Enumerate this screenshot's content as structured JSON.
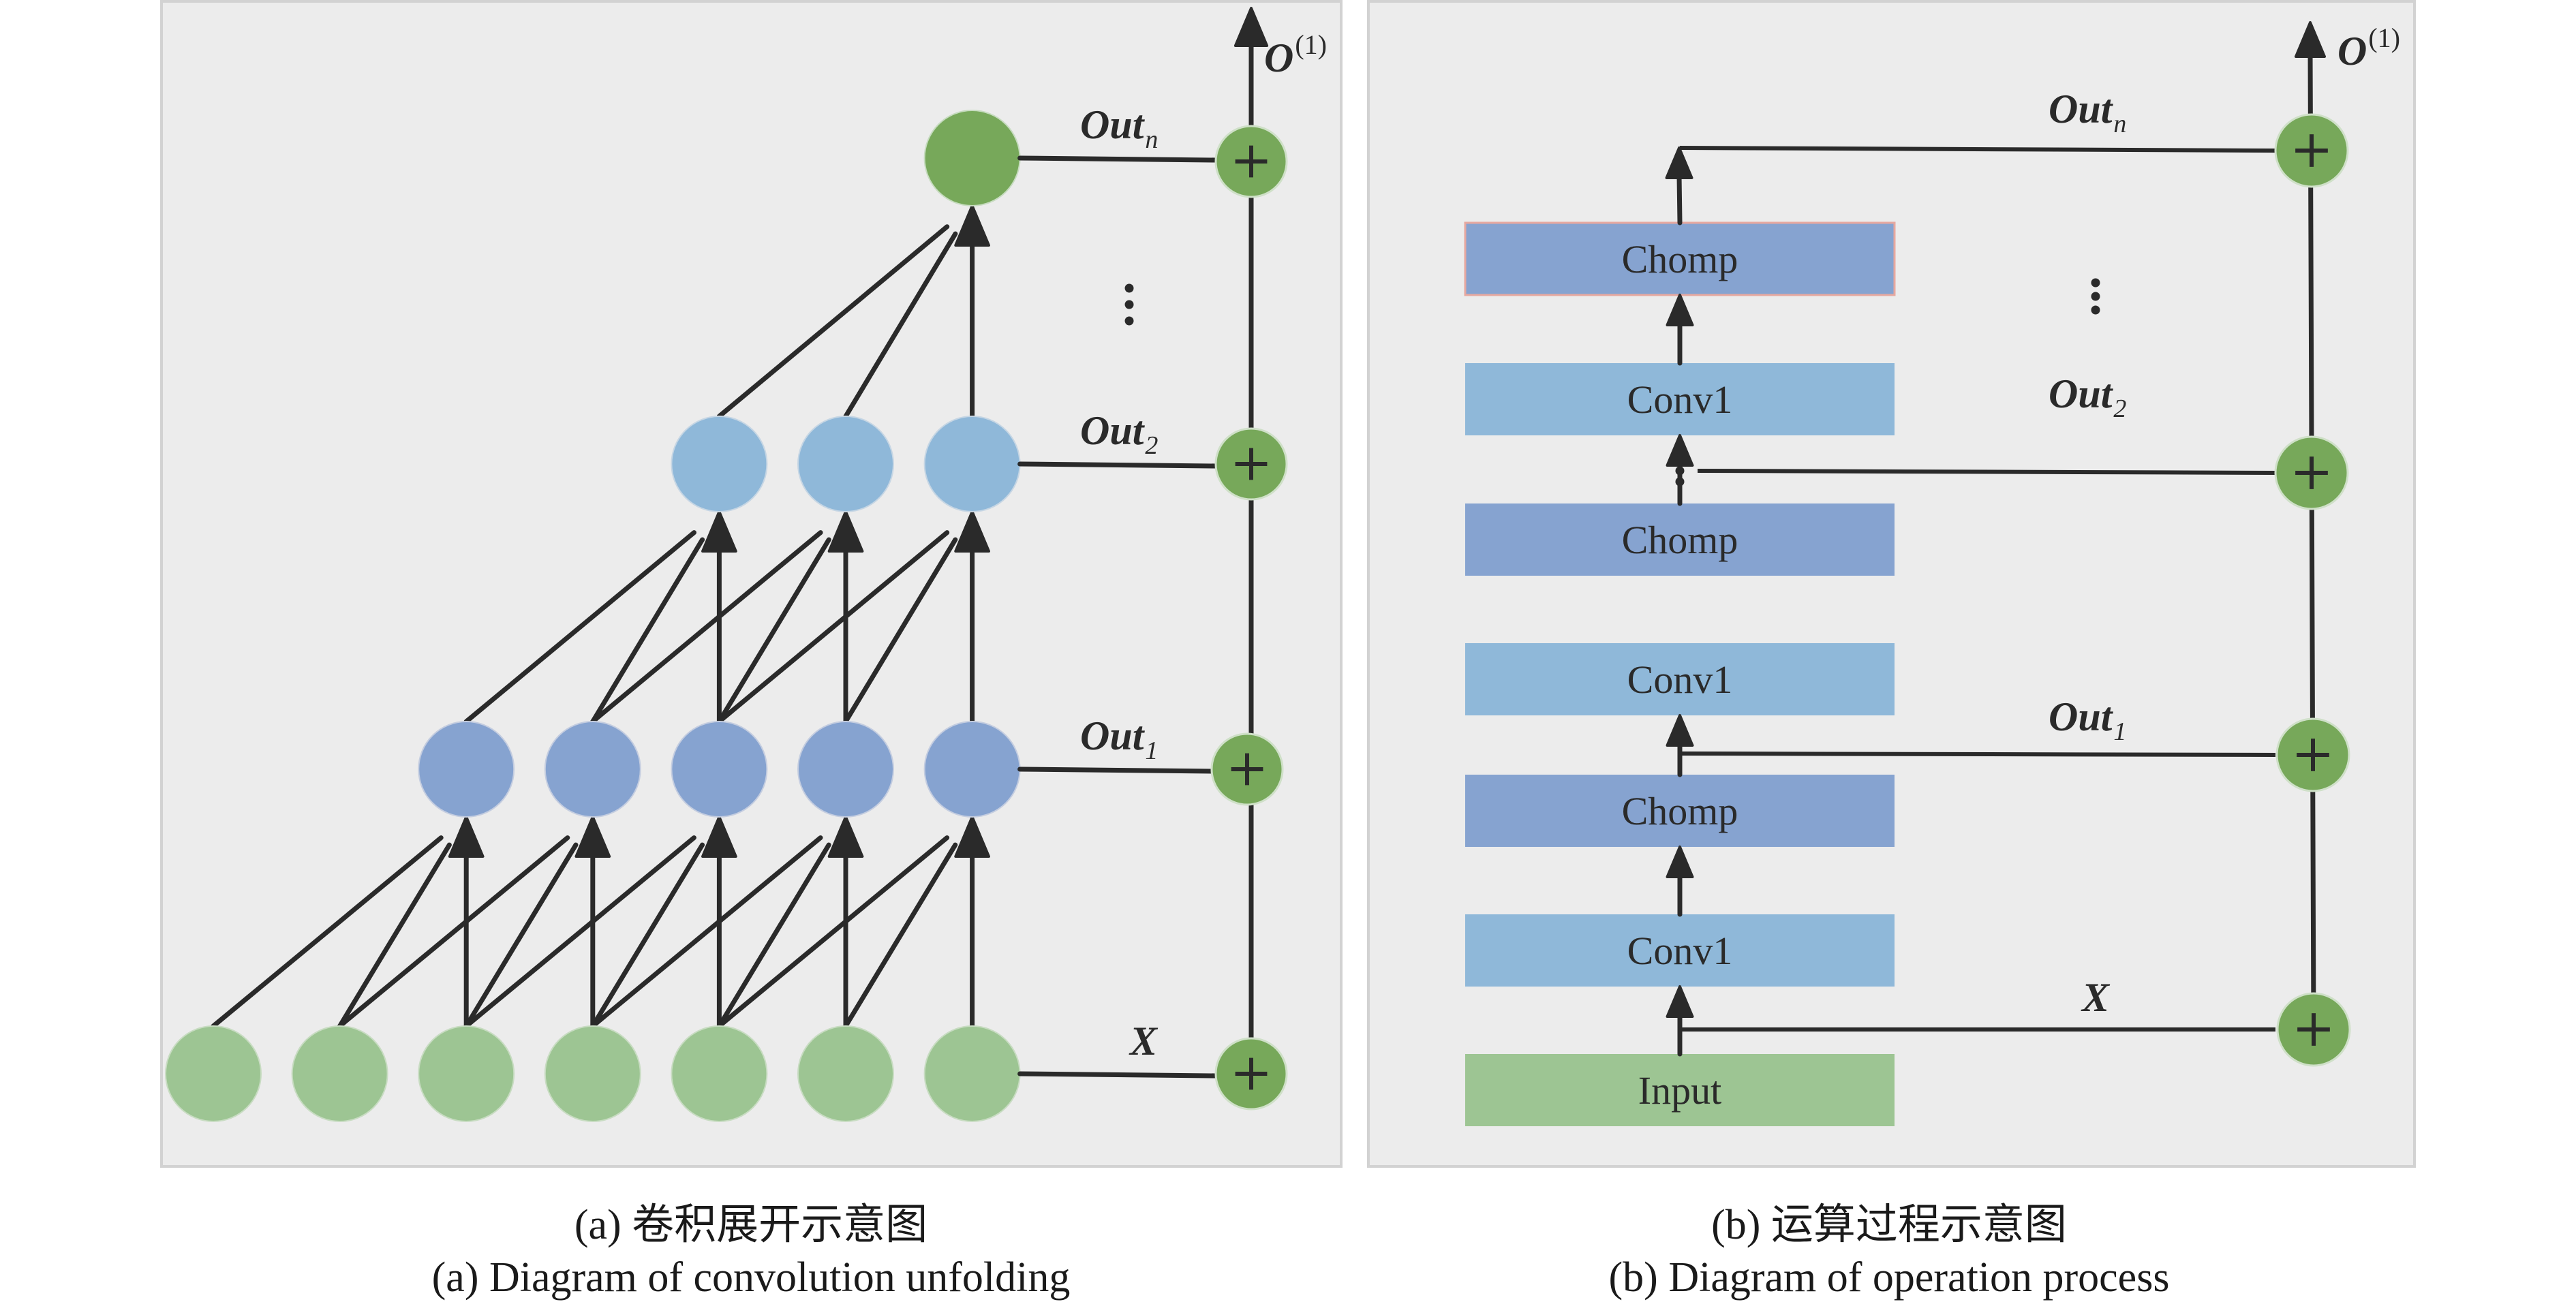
{
  "panel_a": {
    "caption_cn": "(a) 卷积展开示意图",
    "caption_en": "(a) Diagram of convolution unfolding",
    "output_label": {
      "base": "O",
      "sup": "(1)"
    },
    "layer_labels": [
      {
        "base": "X",
        "sub": ""
      },
      {
        "base": "Out",
        "sub": "1"
      },
      {
        "base": "Out",
        "sub": "2"
      },
      {
        "base": "Out",
        "sub": "n"
      }
    ],
    "ellipsis": "⋮",
    "layers": [
      {
        "name": "input",
        "count": 7
      },
      {
        "name": "hidden-1",
        "count": 5
      },
      {
        "name": "hidden-2",
        "count": 3
      },
      {
        "name": "output",
        "count": 1
      }
    ],
    "kernel_size": 3,
    "sum_symbol": "+"
  },
  "panel_b": {
    "caption_cn": "(b) 运算过程示意图",
    "caption_en": "(b) Diagram of operation process",
    "output_label": {
      "base": "O",
      "sup": "(1)"
    },
    "blocks_bottom_to_top": [
      {
        "label": "Input",
        "type": "input"
      },
      {
        "label": "Conv1",
        "type": "conv"
      },
      {
        "label": "Chomp",
        "type": "chomp"
      },
      {
        "label": "Conv1",
        "type": "conv"
      },
      {
        "label": "Chomp",
        "type": "chomp"
      },
      {
        "label": "Conv1",
        "type": "conv"
      },
      {
        "label": "Chomp",
        "type": "chomp"
      }
    ],
    "skip_labels": [
      {
        "base": "X",
        "sub": ""
      },
      {
        "base": "Out",
        "sub": "1"
      },
      {
        "base": "Out",
        "sub": "2"
      },
      {
        "base": "Out",
        "sub": "n"
      }
    ],
    "ellipsis": "⋮",
    "sum_symbol": "+"
  },
  "colors": {
    "background": "#ececec",
    "input": "#9dc593",
    "hidden_1": "#86a3d0",
    "hidden_2": "#8fb8d9",
    "output": "#77a85a",
    "line": "#2a2a2a"
  }
}
